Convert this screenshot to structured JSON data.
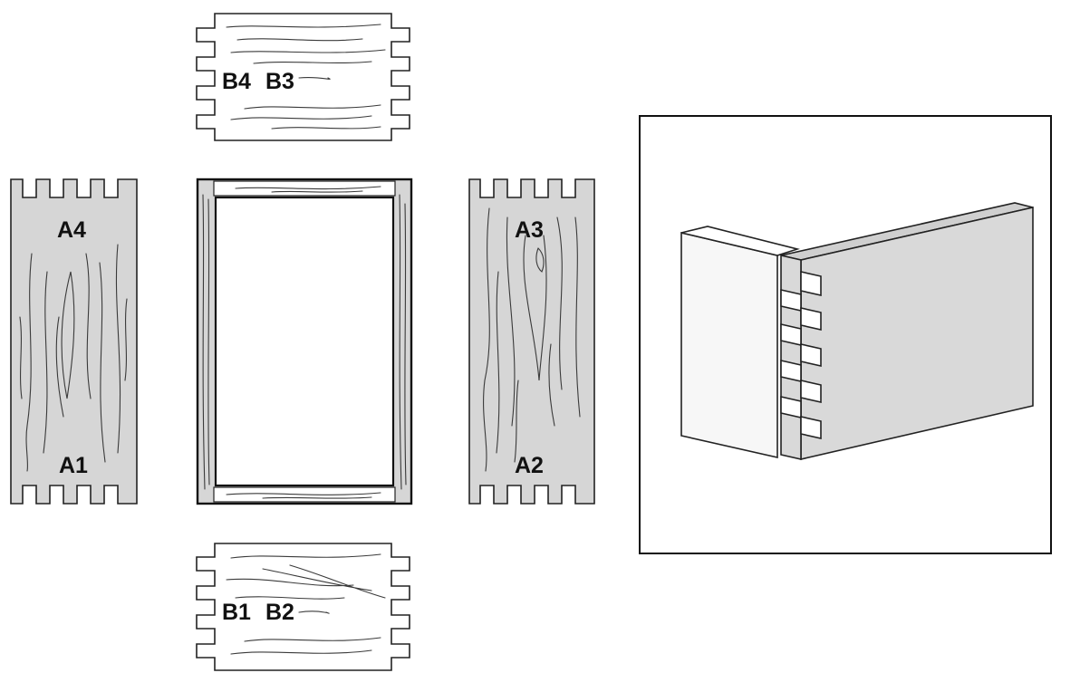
{
  "boards": {
    "top_end": {
      "labels": [
        "B4",
        "B3"
      ]
    },
    "bottom_end": {
      "labels": [
        "B1",
        "B2"
      ]
    },
    "left_side": {
      "top_label": "A4",
      "bottom_label": "A1"
    },
    "right_side": {
      "top_label": "A3",
      "bottom_label": "A2"
    }
  },
  "colors": {
    "wood_fill": "#d6d6d6",
    "end_board_fill": "#ffffff",
    "outline": "#222222",
    "joint_face_dark": "#d9d9d9",
    "joint_face_light": "#f7f7f7"
  }
}
